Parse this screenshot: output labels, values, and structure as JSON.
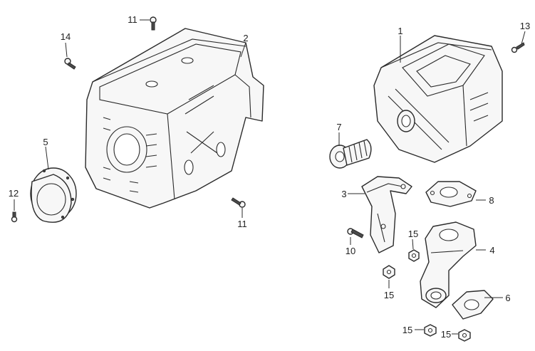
{
  "callouts": [
    {
      "id": "c1",
      "text": "1"
    },
    {
      "id": "c2",
      "text": "2"
    },
    {
      "id": "c3",
      "text": "3"
    },
    {
      "id": "c4",
      "text": "4"
    },
    {
      "id": "c5",
      "text": "5"
    },
    {
      "id": "c6",
      "text": "6"
    },
    {
      "id": "c7",
      "text": "7"
    },
    {
      "id": "c8",
      "text": "8"
    },
    {
      "id": "c10",
      "text": "10"
    },
    {
      "id": "c11a",
      "text": "11"
    },
    {
      "id": "c11b",
      "text": "11"
    },
    {
      "id": "c12",
      "text": "12"
    },
    {
      "id": "c13",
      "text": "13"
    },
    {
      "id": "c14",
      "text": "14"
    },
    {
      "id": "c15a",
      "text": "15"
    },
    {
      "id": "c15b",
      "text": "15"
    },
    {
      "id": "c15c",
      "text": "15"
    },
    {
      "id": "c15d",
      "text": "15"
    }
  ]
}
